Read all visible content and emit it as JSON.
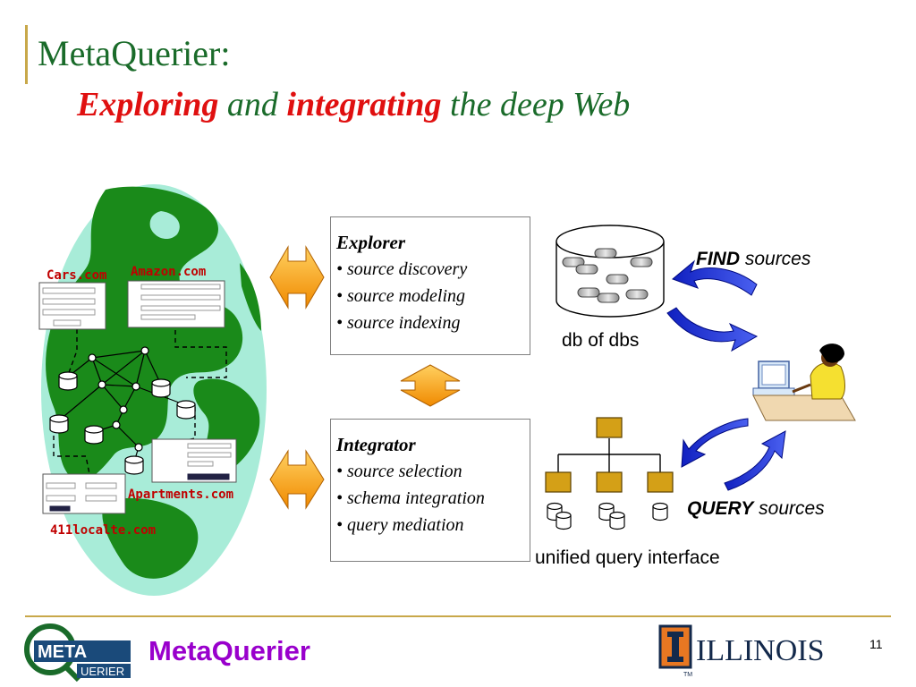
{
  "title": {
    "line1": "MetaQuerier:",
    "line2_word1": "Exploring",
    "line2_word2": " and ",
    "line2_word3": "integrating",
    "line2_word4": " the deep Web"
  },
  "explorer": {
    "heading": "Explorer",
    "items": [
      "• source discovery",
      "• source modeling",
      "• source indexing"
    ]
  },
  "integrator": {
    "heading": "Integrator",
    "items": [
      "• source selection",
      "• schema integration",
      "• query mediation"
    ]
  },
  "labels": {
    "db_of_dbs": "db of dbs",
    "find_bold": "FIND",
    "find_rest": " sources",
    "query_bold": "QUERY",
    "query_rest": " sources",
    "unified": "unified query interface"
  },
  "sites": {
    "cars": "Cars.com",
    "amazon": "Amazon.com",
    "apartments": "Apartments.com",
    "localte": "411localte.com"
  },
  "footer": {
    "logo_meta": "META",
    "logo_querier": "UERIER",
    "brand": "MetaQuerier",
    "illinois": "ILLINOIS",
    "tm": "TM",
    "page": "11"
  },
  "colors": {
    "title_green": "#1a6b2a",
    "accent_red": "#e01010",
    "arrow_blue": "#1a2fd0",
    "arrow_orange": "#f5a020",
    "globe_water": "#a8ecd8",
    "globe_land": "#1a8a1a",
    "brand_purple": "#9900cc",
    "footer_gold": "#c8a84a"
  }
}
